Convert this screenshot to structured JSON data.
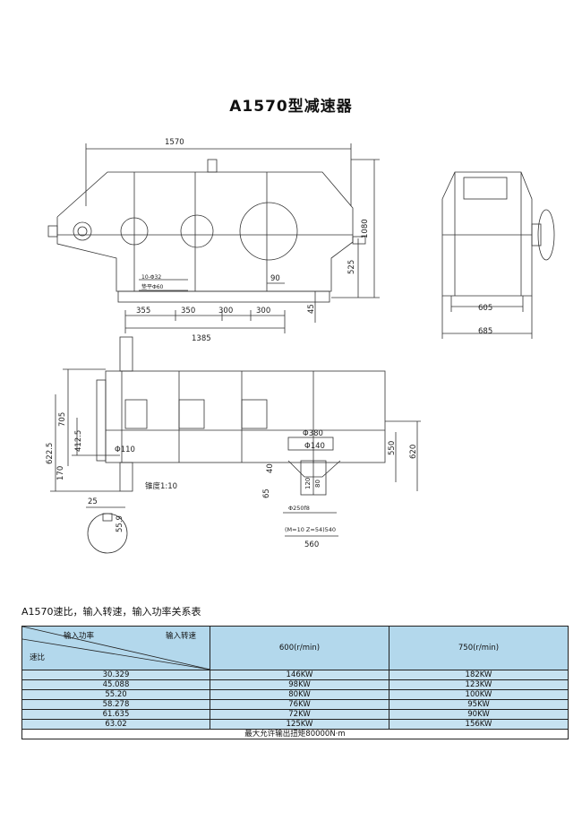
{
  "title": "A1570型减速器",
  "drawing": {
    "front_view": {
      "overall_length": "1570",
      "height": "1080",
      "shaft_height": "525",
      "foot_offset": "90",
      "base_thickness": "45",
      "bolt_note": "10-Φ32",
      "washer_note": "垫平Φ60",
      "spacings": [
        "355",
        "350",
        "300",
        "300"
      ],
      "base_length": "1385"
    },
    "side_view": {
      "inner_width": "605",
      "outer_width": "685"
    },
    "plan_view": {
      "dim_705": "705",
      "dim_622_5": "622.5",
      "dim_412_5": "412.5",
      "dim_170": "170",
      "input_shaft_dia": "Φ110",
      "taper_label": "锥度1:10",
      "dim_550": "550",
      "dim_620": "620"
    },
    "keyway": {
      "width": "25",
      "depth": "55.9"
    },
    "output_flange": {
      "dia_outer": "Φ380",
      "dia_shaft": "Φ140",
      "dim_40": "40",
      "dim_65": "65",
      "dim_120": "120",
      "dim_80": "80",
      "dia_f8": "Φ250f8",
      "gear_note": "(M=10  Z=54)540",
      "dim_560": "560"
    }
  },
  "table": {
    "caption": "A1570速比，输入转速，输入功率关系表",
    "header": {
      "input_power": "输入功率",
      "input_speed": "输入转速",
      "ratio": "速比",
      "speed_600": "600(r/min)",
      "speed_750": "750(r/min)"
    },
    "rows": [
      {
        "ratio": "30.329",
        "p600": "146KW",
        "p750": "182KW"
      },
      {
        "ratio": "45.088",
        "p600": "98KW",
        "p750": "123KW"
      },
      {
        "ratio": "55.20",
        "p600": "80KW",
        "p750": "100KW"
      },
      {
        "ratio": "58.278",
        "p600": "76KW",
        "p750": "95KW"
      },
      {
        "ratio": "61.635",
        "p600": "72KW",
        "p750": "90KW"
      },
      {
        "ratio": "63.02",
        "p600": "125KW",
        "p750": "156KW"
      }
    ],
    "footer": "最大允许输出扭矩80000N·m"
  }
}
